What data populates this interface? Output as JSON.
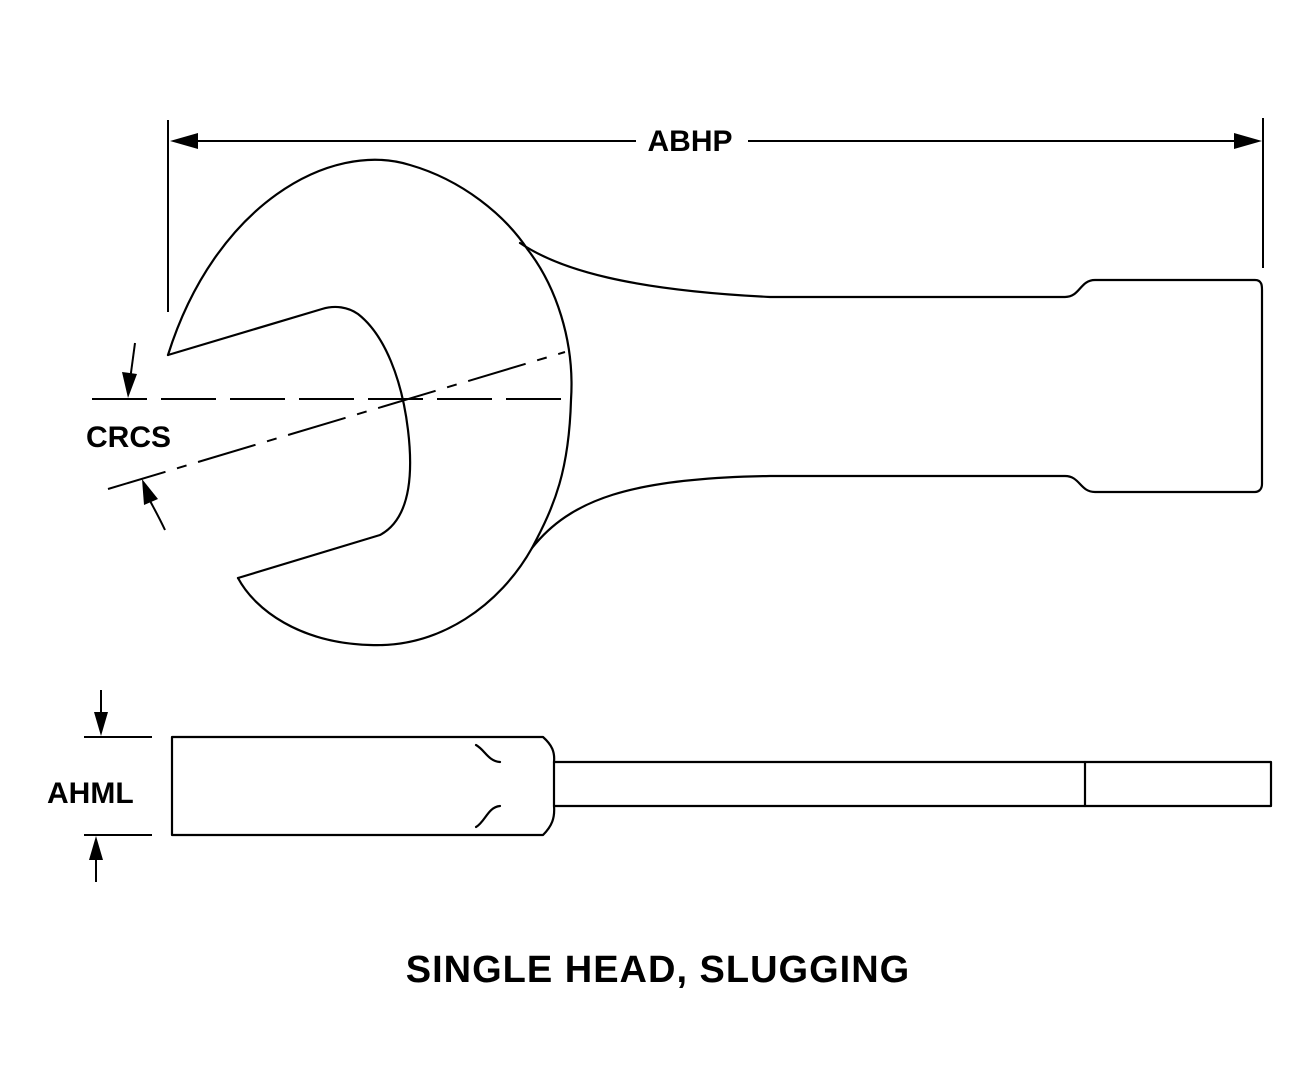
{
  "labels": {
    "overall_length": "ABHP",
    "opening_angle": "CRCS",
    "head_thickness": "AHML"
  },
  "caption": "SINGLE HEAD, SLUGGING"
}
